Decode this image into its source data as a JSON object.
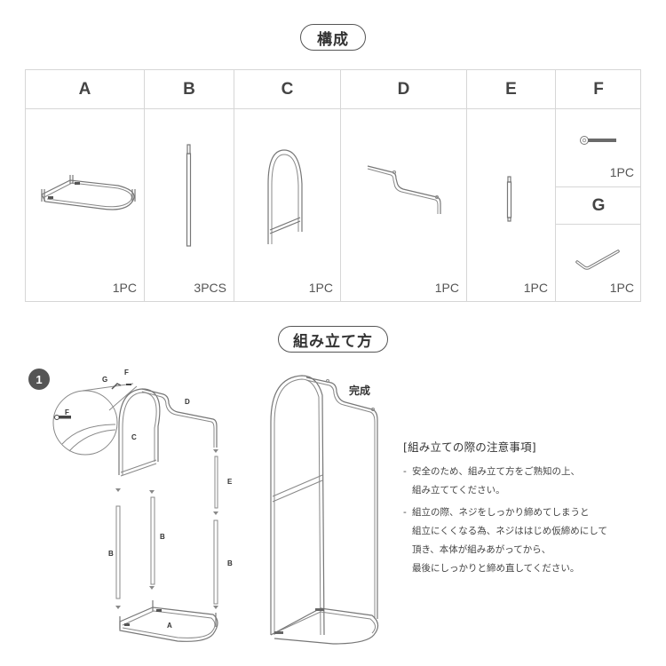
{
  "sections": {
    "components_title": "構成",
    "assembly_title": "組み立て方"
  },
  "parts": [
    {
      "id": "A",
      "qty": "1PC"
    },
    {
      "id": "B",
      "qty": "3PCS"
    },
    {
      "id": "C",
      "qty": "1PC"
    },
    {
      "id": "D",
      "qty": "1PC"
    },
    {
      "id": "E",
      "qty": "1PC"
    },
    {
      "id": "F",
      "qty": "1PC"
    },
    {
      "id": "G",
      "qty": "1PC"
    }
  ],
  "assembly": {
    "step_number": "1",
    "labels": {
      "G": "G",
      "F": "F",
      "F_zoom": "F",
      "C": "C",
      "D": "D",
      "E": "E",
      "B1": "B",
      "B2": "B",
      "B3": "B",
      "A": "A"
    },
    "completed_label": "完成"
  },
  "notes": {
    "title": "[組み立ての際の注意事項]",
    "items": [
      {
        "dash": "-",
        "lines": [
          "安全のため、組み立て方をご熟知の上、",
          "組み立ててください。"
        ]
      },
      {
        "dash": "-",
        "lines": [
          "組立の際、ネジをしっかり締めてしまうと",
          "組立にくくなる為、ネジははじめ仮締めにして",
          "頂き、本体が組みあがってから、",
          "最後にしっかりと締め直してください。"
        ]
      }
    ]
  },
  "colors": {
    "border": "#d6d6d6",
    "text": "#444444",
    "step_badge": "#555555"
  }
}
